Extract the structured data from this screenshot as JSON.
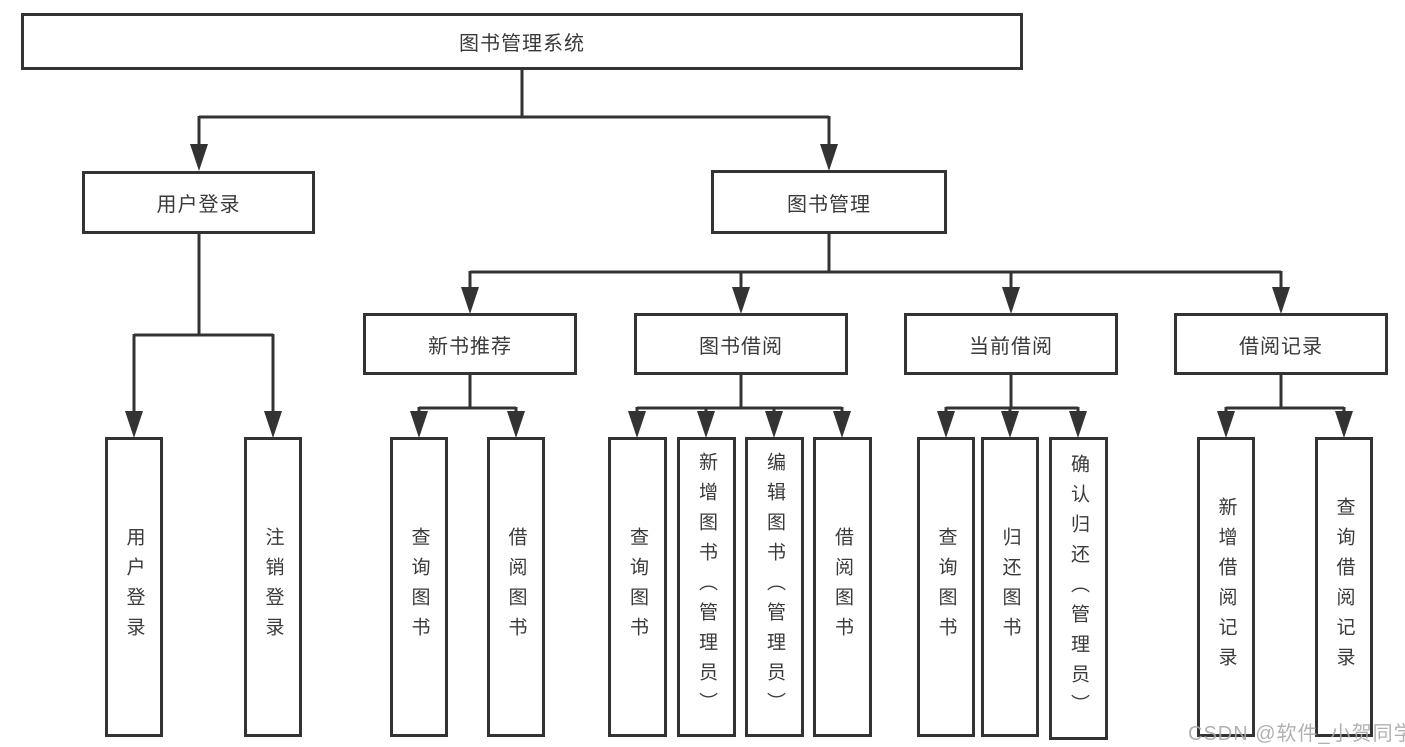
{
  "tree": {
    "root": "图书管理系统",
    "user": {
      "label": "用户登录",
      "children": [
        "用户登录",
        "注销登录"
      ]
    },
    "book": {
      "label": "图书管理",
      "sections": [
        {
          "label": "新书推荐",
          "children": [
            "查询图书",
            "借阅图书"
          ]
        },
        {
          "label": "图书借阅",
          "children": [
            "查询图书",
            "新增图书（管理员）",
            "编辑图书（管理员）",
            "借阅图书"
          ]
        },
        {
          "label": "当前借阅",
          "children": [
            "查询图书",
            "归还图书",
            "确认归还（管理员）"
          ]
        },
        {
          "label": "借阅记录",
          "children": [
            "新增借阅记录",
            "查询借阅记录"
          ]
        }
      ]
    }
  },
  "watermark": "CSDN @软件_小贺同学",
  "colors": {
    "line": "#333333",
    "text": "#3a3a3a",
    "watermark": "#a8a8a8",
    "background": "#ffffff"
  }
}
